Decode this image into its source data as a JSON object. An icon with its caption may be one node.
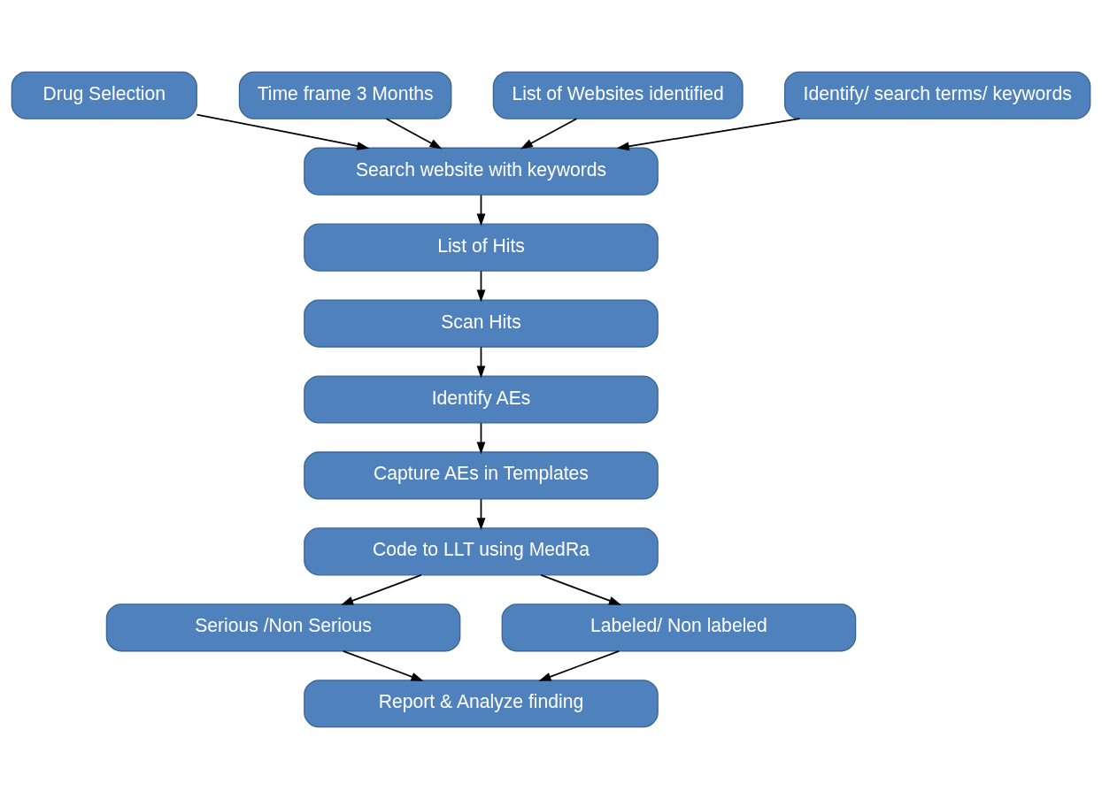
{
  "diagram": {
    "nodes": [
      {
        "text": [
          "Drug Selection"
        ]
      },
      {
        "text": [
          "Time frame 3 Months"
        ]
      },
      {
        "text": [
          "List of Websites identified"
        ]
      },
      {
        "text": [
          "Identify/ search terms/ keywords"
        ]
      },
      {
        "text": [
          "Search website with keywords"
        ]
      },
      {
        "text": [
          "List of Hits"
        ]
      },
      {
        "text": [
          "Scan Hits"
        ]
      },
      {
        "text": [
          "Identify AEs"
        ]
      },
      {
        "text": [
          "Capture AEs in Templates"
        ]
      },
      {
        "text": [
          "Code to LLT using MedRa"
        ]
      },
      {
        "text": [
          "Serious /Non Serious"
        ]
      },
      {
        "text": [
          "Labeled/ Non labeled"
        ]
      },
      {
        "text": [
          "Report & Analyze finding"
        ]
      }
    ],
    "edges": [
      {
        "from": 0,
        "to": 4,
        "arrow": "to"
      },
      {
        "from": 1,
        "to": 4,
        "arrow": "to"
      },
      {
        "from": 2,
        "to": 4,
        "arrow": "to"
      },
      {
        "from": 3,
        "to": 4,
        "arrow": "to"
      },
      {
        "from": 4,
        "to": 5,
        "arrow": "to"
      },
      {
        "from": 5,
        "to": 6,
        "arrow": "to"
      },
      {
        "from": 6,
        "to": 7,
        "arrow": "to"
      },
      {
        "from": 7,
        "to": 8,
        "arrow": "to"
      },
      {
        "from": 8,
        "to": 9,
        "arrow": "to"
      },
      {
        "from": 9,
        "to": 10,
        "arrow": "to"
      },
      {
        "from": 9,
        "to": 11,
        "arrow": "to"
      },
      {
        "from": 10,
        "to": 12,
        "arrow": "to"
      },
      {
        "from": 11,
        "to": 12,
        "arrow": "to"
      }
    ]
  }
}
